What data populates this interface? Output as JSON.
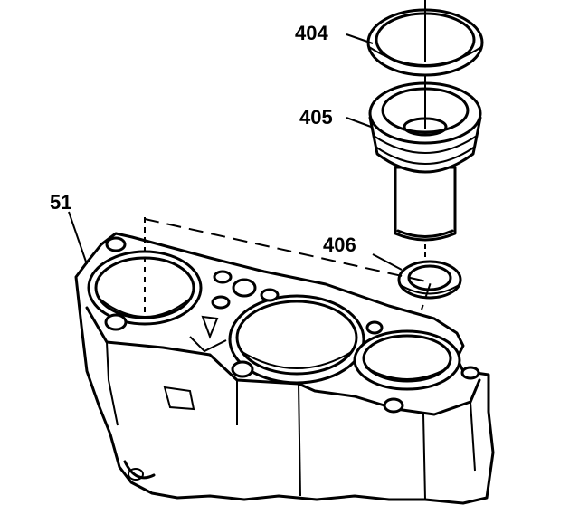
{
  "callouts": {
    "seal_ring": "404",
    "sleeve": "405",
    "o_ring": "406",
    "housing": "51"
  }
}
